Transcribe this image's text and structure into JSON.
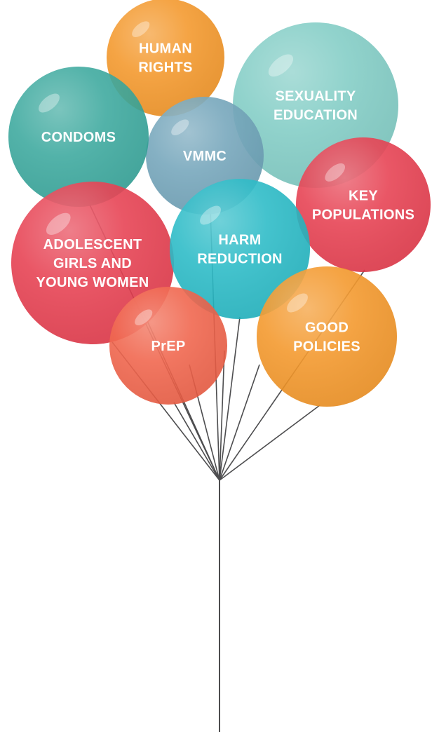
{
  "balloons": [
    {
      "id": "human-rights",
      "lines": [
        "HUMAN",
        "RIGHTS"
      ],
      "color": "#F39322"
    },
    {
      "id": "sexuality-education",
      "lines": [
        "SEXUALITY",
        "EDUCATION"
      ],
      "color": "#7DCBC3"
    },
    {
      "id": "vmmc",
      "lines": [
        "VMMC"
      ],
      "color": "#6FA2B8"
    },
    {
      "id": "condoms",
      "lines": [
        "CONDOMS"
      ],
      "color": "#34A59A"
    },
    {
      "id": "key-populations",
      "lines": [
        "KEY",
        "POPULATIONS"
      ],
      "color": "#E5394A"
    },
    {
      "id": "adolescent-girls-and-young-women",
      "lines": [
        "ADOLESCENT",
        "GIRLS AND",
        "YOUNG WOMEN"
      ],
      "color": "#E5394A"
    },
    {
      "id": "harm-reduction",
      "lines": [
        "HARM",
        "REDUCTION"
      ],
      "color": "#22B8C4"
    },
    {
      "id": "good-policies",
      "lines": [
        "GOOD",
        "POLICIES"
      ],
      "color": "#F39322"
    },
    {
      "id": "prep",
      "lines": [
        "PrEP"
      ],
      "color": "#EF5E45"
    }
  ],
  "string_color": "#4D4D4F"
}
